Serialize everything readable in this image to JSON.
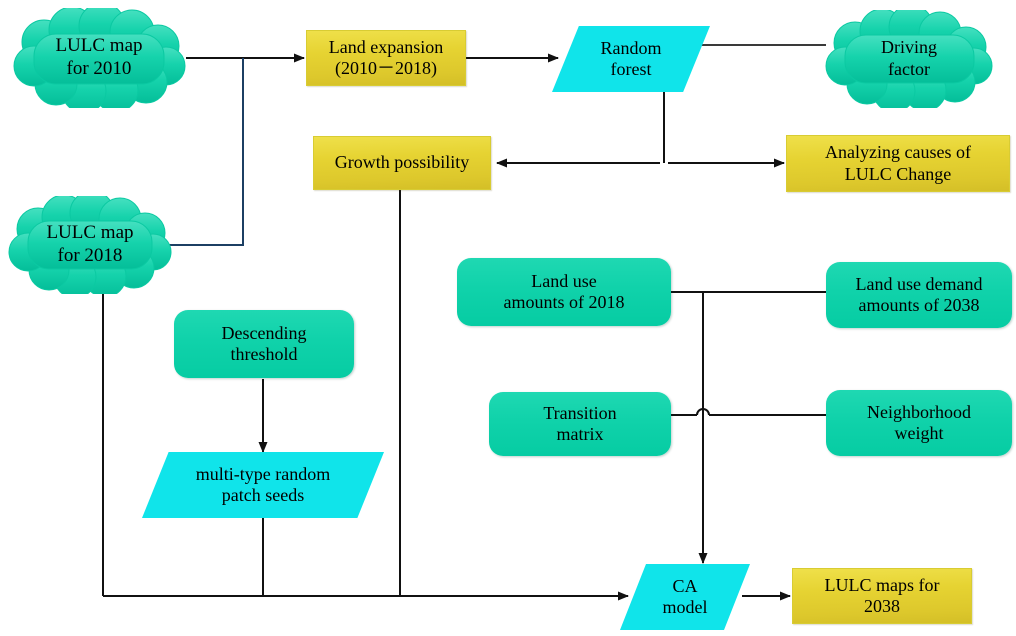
{
  "diagram": {
    "title": "LULC CA model simulation workflow",
    "colors": {
      "cloud_teal": "#16D3AC",
      "rounded_teal": "#0FD2AA",
      "parallelogram_cyan": "#10E4EA",
      "rect_yellow": "#E3D034",
      "line": "#1a1a1a",
      "background": "#FFFFFF"
    },
    "nodes": {
      "lulc_map_2010": {
        "label": "LULC map\nfor 2010",
        "shape": "cloud"
      },
      "lulc_map_2018": {
        "label": "LULC map\nfor 2018",
        "shape": "cloud"
      },
      "driving_factor": {
        "label": "Driving\nfactor",
        "shape": "cloud"
      },
      "land_expansion": {
        "label": "Land expansion\n(2010－2018)",
        "shape": "rectangle"
      },
      "random_forest": {
        "label": "Random\nforest",
        "shape": "parallelogram"
      },
      "growth_possibility": {
        "label": "Growth possibility",
        "shape": "rectangle"
      },
      "analyzing_causes": {
        "label": "Analyzing causes of\nLULC Change",
        "shape": "rectangle"
      },
      "descending_threshold": {
        "label": "Descending\nthreshold",
        "shape": "rounded-rectangle"
      },
      "patch_seeds": {
        "label": "multi-type random\npatch seeds",
        "shape": "parallelogram"
      },
      "land_use_2018": {
        "label": "Land use\namounts of 2018",
        "shape": "rounded-rectangle"
      },
      "land_use_demand_2038": {
        "label": "Land use demand\namounts of 2038",
        "shape": "rounded-rectangle"
      },
      "transition_matrix": {
        "label": "Transition\nmatrix",
        "shape": "rounded-rectangle"
      },
      "neighborhood_weight": {
        "label": "Neighborhood\nweight",
        "shape": "rounded-rectangle"
      },
      "ca_model": {
        "label": "CA\nmodel",
        "shape": "parallelogram"
      },
      "lulc_maps_2038": {
        "label": "LULC maps for\n2038",
        "shape": "rectangle"
      }
    },
    "edges": [
      {
        "from": "lulc_map_2010",
        "to": "land_expansion",
        "arrow": "single"
      },
      {
        "from": "lulc_map_2018",
        "to": "land_expansion",
        "arrow": "none"
      },
      {
        "from": "land_expansion",
        "to": "random_forest",
        "arrow": "single"
      },
      {
        "from": "driving_factor",
        "to": "random_forest",
        "arrow": "single"
      },
      {
        "from": "random_forest",
        "to": "growth_possibility",
        "arrow": "single"
      },
      {
        "from": "random_forest",
        "to": "analyzing_causes",
        "arrow": "single"
      },
      {
        "from": "descending_threshold",
        "to": "patch_seeds",
        "arrow": "single"
      },
      {
        "from": "growth_possibility",
        "to": "ca_model",
        "arrow": "single"
      },
      {
        "from": "patch_seeds",
        "to": "ca_model",
        "arrow": "single"
      },
      {
        "from": "lulc_map_2018",
        "to": "ca_model",
        "arrow": "single"
      },
      {
        "from": "land_use_2018",
        "to": "ca_model",
        "arrow": "single"
      },
      {
        "from": "land_use_demand_2038",
        "to": "ca_model",
        "arrow": "single"
      },
      {
        "from": "transition_matrix",
        "to": "ca_model",
        "arrow": "single"
      },
      {
        "from": "neighborhood_weight",
        "to": "ca_model",
        "arrow": "single"
      },
      {
        "from": "ca_model",
        "to": "lulc_maps_2038",
        "arrow": "single"
      }
    ]
  }
}
